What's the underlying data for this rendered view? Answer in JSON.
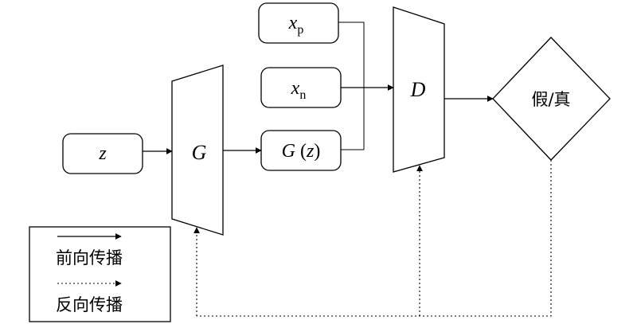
{
  "nodes": {
    "z": {
      "label": "z"
    },
    "generator": {
      "label": "G"
    },
    "gz": {
      "label_main": "G",
      "label_open": " (",
      "label_var": "z",
      "label_close": ")"
    },
    "xp": {
      "label_main": "x",
      "label_sub": "p"
    },
    "xn": {
      "label_main": "x",
      "label_sub": "n"
    },
    "discriminator": {
      "label": "D"
    },
    "output": {
      "label": "假/真"
    }
  },
  "legend": {
    "forward_label": "前向传播",
    "backward_label": "反向传播"
  },
  "colors": {
    "stroke": "#000000",
    "background": "#ffffff"
  }
}
